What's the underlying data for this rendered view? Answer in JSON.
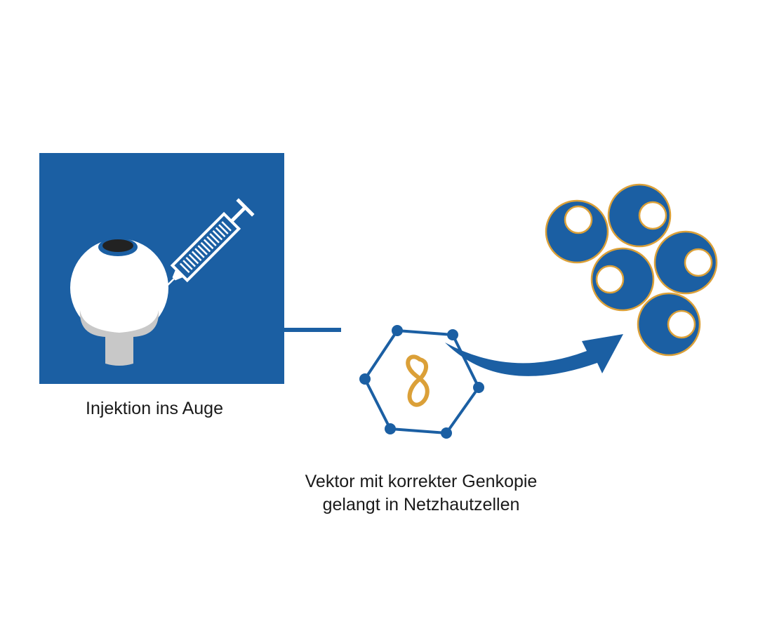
{
  "colors": {
    "blue": "#1b5fa3",
    "gold": "#dba038",
    "eye_white": "#ffffff",
    "eye_socket_gray": "#c8c8c8",
    "pupil_dark": "#222222",
    "text": "#1a1a1a",
    "background": "#ffffff"
  },
  "icons": {
    "eye": "eyeball-icon",
    "syringe": "syringe-icon",
    "vector": "hexagon-virus-capsule-icon",
    "gene": "gene-strand-icon",
    "cells": "retina-cell-cluster-icon"
  },
  "labels": {
    "injection": "Injektion ins Auge",
    "vector_line1": "Vektor mit korrekter Genkopie",
    "vector_line2": "gelangt in Netzhautzellen"
  }
}
